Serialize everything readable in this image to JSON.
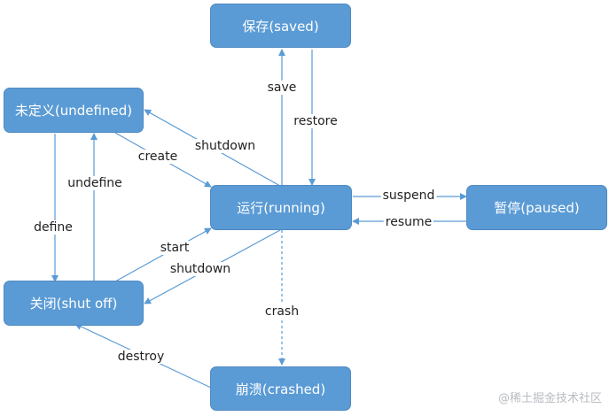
{
  "states": {
    "saved": "保存(saved)",
    "undefined": "未定义(undefined)",
    "running": "运行(running)",
    "paused": "暂停(paused)",
    "shutoff": "关闭(shut off)",
    "crashed": "崩溃(crashed)"
  },
  "transitions": {
    "save": "save",
    "restore": "restore",
    "shutdown_running_undefined": "shutdown",
    "create": "create",
    "suspend": "suspend",
    "resume": "resume",
    "undefine": "undefine",
    "define": "define",
    "start": "start",
    "shutdown_running_shutoff": "shutdown",
    "crash": "crash",
    "destroy": "destroy"
  },
  "colors": {
    "node_fill": "#5b9bd5",
    "edge": "#5b9bd5",
    "label_text": "#222222",
    "watermark": "#b8bcc2"
  },
  "watermark": "@稀土掘金技术社区"
}
